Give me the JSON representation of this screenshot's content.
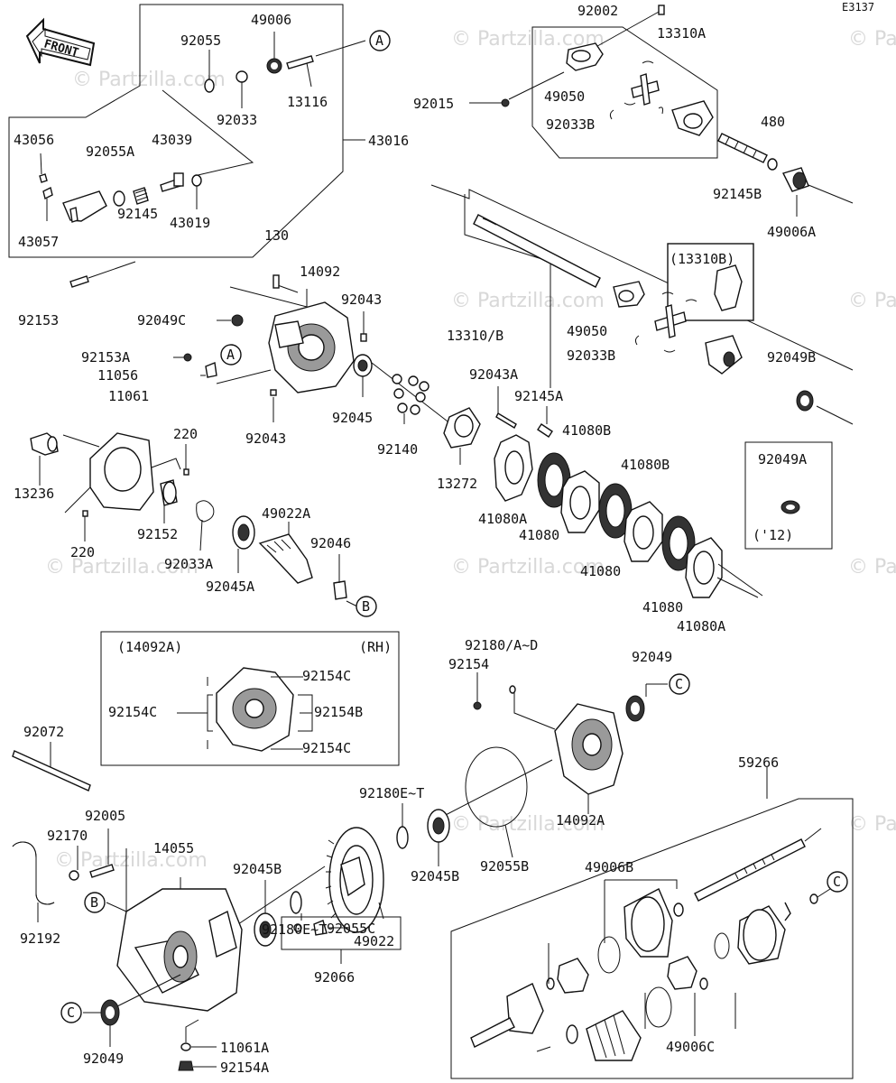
{
  "diagram_code": "E3137",
  "front_label": "FRONT",
  "watermark": "© Partzilla.com",
  "groups": {
    "h14092a_title": "(14092A)",
    "h14092a_side": "(RH)",
    "g13310b": "(13310B)",
    "g92049a_note": "('12)"
  },
  "callouts": [
    "A",
    "B",
    "C"
  ],
  "labels": [
    {
      "id": "92002",
      "text": "92002"
    },
    {
      "id": "13310A",
      "text": "13310A"
    },
    {
      "id": "92015",
      "text": "92015"
    },
    {
      "id": "49050a",
      "text": "49050"
    },
    {
      "id": "92033B_a",
      "text": "92033B"
    },
    {
      "id": "480",
      "text": "480"
    },
    {
      "id": "92145B",
      "text": "92145B"
    },
    {
      "id": "49006A",
      "text": "49006A"
    },
    {
      "id": "92055",
      "text": "92055"
    },
    {
      "id": "49006",
      "text": "49006"
    },
    {
      "id": "92033",
      "text": "92033"
    },
    {
      "id": "13116",
      "text": "13116"
    },
    {
      "id": "43016",
      "text": "43016"
    },
    {
      "id": "43056",
      "text": "43056"
    },
    {
      "id": "92055A",
      "text": "92055A"
    },
    {
      "id": "43039",
      "text": "43039"
    },
    {
      "id": "43057",
      "text": "43057"
    },
    {
      "id": "92145",
      "text": "92145"
    },
    {
      "id": "43019",
      "text": "43019"
    },
    {
      "id": "130",
      "text": "130"
    },
    {
      "id": "14092",
      "text": "14092"
    },
    {
      "id": "92043a",
      "text": "92043"
    },
    {
      "id": "92049C",
      "text": "92049C"
    },
    {
      "id": "92153",
      "text": "92153"
    },
    {
      "id": "92153A",
      "text": "92153A"
    },
    {
      "id": "11056",
      "text": "11056"
    },
    {
      "id": "92045",
      "text": "92045"
    },
    {
      "id": "92043b",
      "text": "92043"
    },
    {
      "id": "13310B_lbl",
      "text": "13310/B"
    },
    {
      "id": "49050b",
      "text": "49050"
    },
    {
      "id": "92033B_b",
      "text": "92033B"
    },
    {
      "id": "92049B",
      "text": "92049B"
    },
    {
      "id": "92043A",
      "text": "92043A"
    },
    {
      "id": "92145A",
      "text": "92145A"
    },
    {
      "id": "92140",
      "text": "92140"
    },
    {
      "id": "13272",
      "text": "13272"
    },
    {
      "id": "41080B_a",
      "text": "41080B"
    },
    {
      "id": "41080B_b",
      "text": "41080B"
    },
    {
      "id": "41080A_a",
      "text": "41080A"
    },
    {
      "id": "41080_a",
      "text": "41080"
    },
    {
      "id": "41080_b",
      "text": "41080"
    },
    {
      "id": "41080_c",
      "text": "41080"
    },
    {
      "id": "41080A_b",
      "text": "41080A"
    },
    {
      "id": "92049A",
      "text": "92049A"
    },
    {
      "id": "11061",
      "text": "11061"
    },
    {
      "id": "220a",
      "text": "220"
    },
    {
      "id": "13236",
      "text": "13236"
    },
    {
      "id": "220b",
      "text": "220"
    },
    {
      "id": "92152",
      "text": "92152"
    },
    {
      "id": "92033A",
      "text": "92033A"
    },
    {
      "id": "49022A",
      "text": "49022A"
    },
    {
      "id": "92046",
      "text": "92046"
    },
    {
      "id": "92045A",
      "text": "92045A"
    },
    {
      "id": "92154C_a",
      "text": "92154C"
    },
    {
      "id": "92154C_b",
      "text": "92154C"
    },
    {
      "id": "92154B",
      "text": "92154B"
    },
    {
      "id": "92154C_c",
      "text": "92154C"
    },
    {
      "id": "92180AD",
      "text": "92180/A~D"
    },
    {
      "id": "92154",
      "text": "92154"
    },
    {
      "id": "92049a",
      "text": "92049"
    },
    {
      "id": "14092A",
      "text": "14092A"
    },
    {
      "id": "92072",
      "text": "92072"
    },
    {
      "id": "92180ET_a",
      "text": "92180E~T"
    },
    {
      "id": "92045B_a",
      "text": "92045B"
    },
    {
      "id": "92055B",
      "text": "92055B"
    },
    {
      "id": "59266",
      "text": "59266"
    },
    {
      "id": "92005",
      "text": "92005"
    },
    {
      "id": "92170",
      "text": "92170"
    },
    {
      "id": "14055",
      "text": "14055"
    },
    {
      "id": "92045B_b",
      "text": "92045B"
    },
    {
      "id": "92192",
      "text": "92192"
    },
    {
      "id": "92180ET_b",
      "text": "92180E~T"
    },
    {
      "id": "49022",
      "text": "49022"
    },
    {
      "id": "49006B",
      "text": "49006B"
    },
    {
      "id": "92055C",
      "text": "92055C"
    },
    {
      "id": "49006C",
      "text": "49006C"
    },
    {
      "id": "92049b",
      "text": "92049"
    },
    {
      "id": "11061A",
      "text": "11061A"
    },
    {
      "id": "92066",
      "text": "92066"
    },
    {
      "id": "92154A",
      "text": "92154A"
    }
  ]
}
